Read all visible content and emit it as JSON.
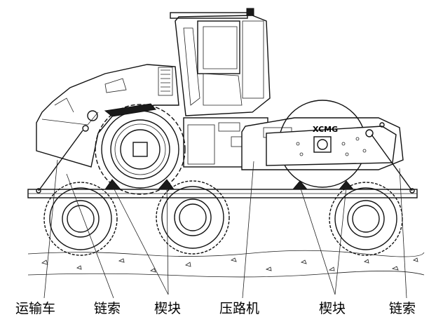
{
  "labels": {
    "transport_vehicle": "运输车",
    "chain_left": "链索",
    "wedge_left": "楔块",
    "roller": "压路机",
    "wedge_right": "楔块",
    "chain_right": "链索"
  },
  "logo_text": "XCMG",
  "colors": {
    "line": "#111111",
    "background": "#ffffff"
  }
}
